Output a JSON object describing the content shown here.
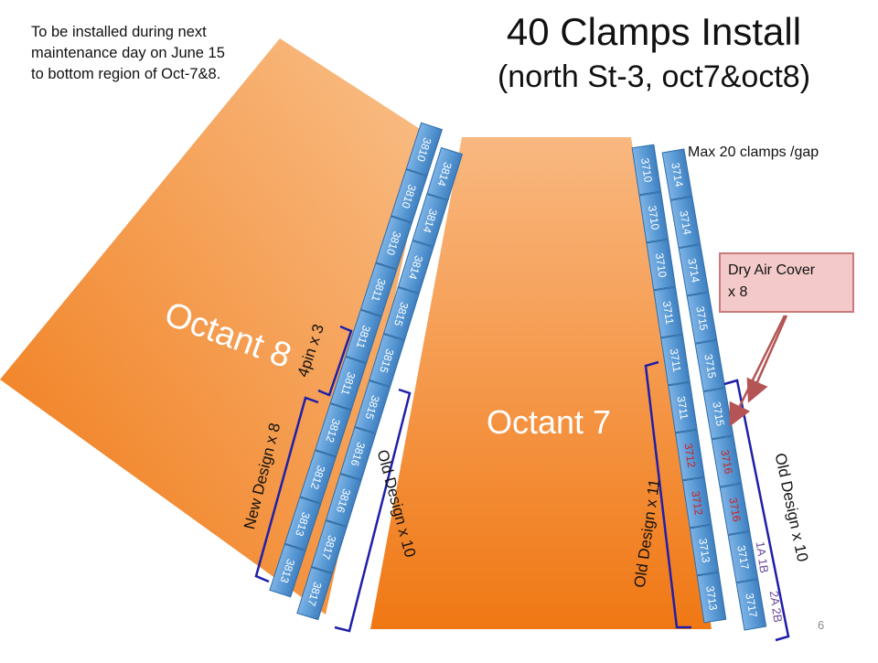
{
  "note_lines": [
    "To be installed during next",
    "maintenance day on June 15",
    "to bottom region of Oct-7&8."
  ],
  "title_line1": "40 Clamps Install",
  "title_line2": "(north St-3, oct7&oct8)",
  "max_clamps": "Max 20 clamps /gap",
  "callout_lines": [
    "Dry Air Cover",
    "x 8"
  ],
  "octant8_label": "Octant 8",
  "octant7_label": "Octant 7",
  "bracket_labels": {
    "pin": "4pin x 3",
    "new_design": "New Design x 8",
    "old_design_left": "Old Design x 10",
    "old_design_mid": "Old Design x 11",
    "old_design_right": "Old Design x 10"
  },
  "strips": [
    {
      "id": "strip-3810",
      "cells": [
        {
          "text": "3810"
        },
        {
          "text": "3810"
        },
        {
          "text": "3810"
        },
        {
          "text": "3811"
        },
        {
          "text": "3811"
        },
        {
          "text": "3811"
        },
        {
          "text": "3812"
        },
        {
          "text": "3812"
        },
        {
          "text": "3813"
        },
        {
          "text": "3813"
        }
      ]
    },
    {
      "id": "strip-3814",
      "cells": [
        {
          "text": "3814"
        },
        {
          "text": "3814"
        },
        {
          "text": "3814"
        },
        {
          "text": "3815"
        },
        {
          "text": "3815"
        },
        {
          "text": "3815"
        },
        {
          "text": "3816"
        },
        {
          "text": "3816"
        },
        {
          "text": "3817"
        },
        {
          "text": "3817"
        }
      ]
    },
    {
      "id": "strip-3710",
      "cells": [
        {
          "text": "3710"
        },
        {
          "text": "3710"
        },
        {
          "text": "3710"
        },
        {
          "text": "3711"
        },
        {
          "text": "3711"
        },
        {
          "text": "3711"
        },
        {
          "text": "3712",
          "red": true
        },
        {
          "text": "3712",
          "red": true
        },
        {
          "text": "3713"
        },
        {
          "text": "3713"
        }
      ]
    },
    {
      "id": "strip-3714",
      "cells": [
        {
          "text": "3714"
        },
        {
          "text": "3714"
        },
        {
          "text": "3714"
        },
        {
          "text": "3715"
        },
        {
          "text": "3715"
        },
        {
          "text": "3715"
        },
        {
          "text": "3716",
          "red": true
        },
        {
          "text": "3716",
          "red": true
        },
        {
          "text": "3717"
        },
        {
          "text": "3717"
        }
      ]
    }
  ],
  "side_labels": [
    "1A 1B",
    "2A 2B"
  ],
  "page_number": "6",
  "colors": {
    "octant_fill": "#f58a1e",
    "strip_fill": "#5b9bd5",
    "strip_edge": "#2e6ea8",
    "bracket": "#1f1fa8",
    "red_text": "#d41e1e",
    "arrow": "#b45454"
  }
}
